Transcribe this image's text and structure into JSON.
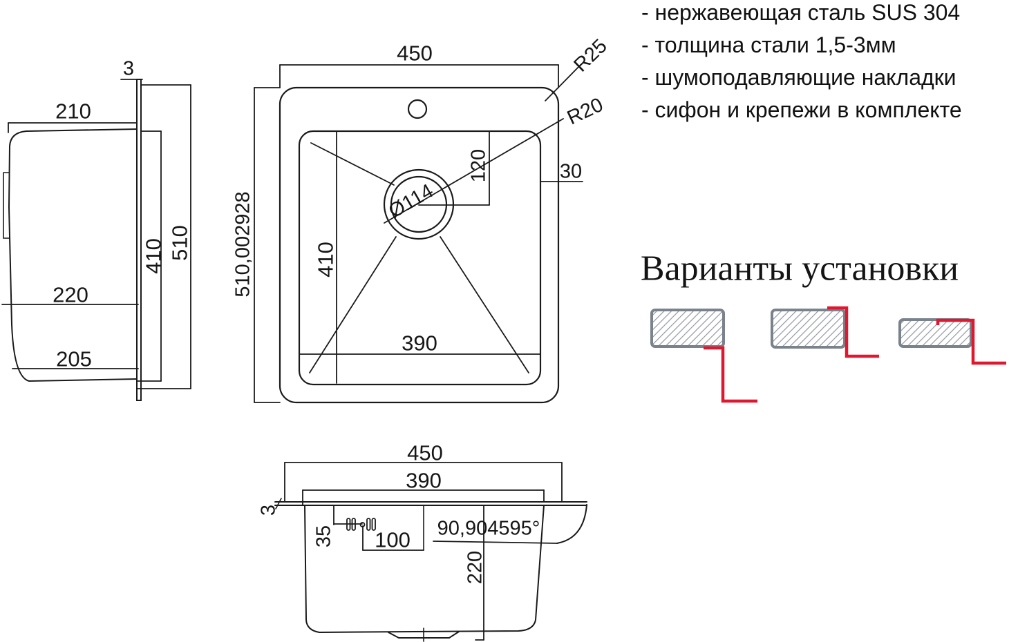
{
  "specs": {
    "items": [
      "- нержавеющая сталь SUS 304",
      "- толщина стали 1,5-3мм",
      "- шумоподавляющие накладки",
      "- сифон и крепежи в комплекте"
    ]
  },
  "installation": {
    "title": "Варианты установки",
    "variant_count": 3
  },
  "dims": {
    "side_thickness": "3",
    "side_depth_top": "210",
    "side_inner_length": "410",
    "side_outer_length": "510",
    "side_depth_mid": "220",
    "side_depth_bottom": "205",
    "plan_width": "450",
    "plan_length": "510,002928",
    "plan_bowl_length": "410",
    "plan_bowl_width": "390",
    "plan_drain_diameter": "Ø114",
    "plan_drain_offset": "120",
    "plan_edge_gap": "30",
    "plan_corner_outer": "R25",
    "plan_corner_inner": "R20",
    "front_width": "450",
    "front_bowl_width": "390",
    "front_rim_thickness": "3",
    "front_clip_offset": "35",
    "front_clip_spacing": "100",
    "front_wall_angle": "90,904595°",
    "front_depth": "220"
  },
  "colors": {
    "line": "#1a1a1a",
    "accent_red": "#e0182f",
    "hatch_gray": "#7a828c"
  }
}
